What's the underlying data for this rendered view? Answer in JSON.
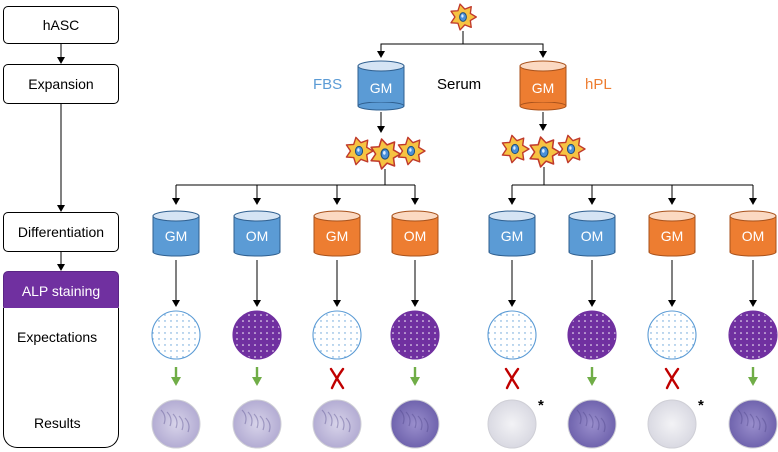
{
  "workflow": {
    "steps": [
      "hASC",
      "Expansion",
      "Differentiation",
      "ALP staining",
      "Expectations",
      "Results"
    ]
  },
  "serum": {
    "label": "Serum",
    "fbs_label": "FBS",
    "hpl_label": "hPL",
    "medium_label": "GM"
  },
  "media": {
    "fbs": [
      "GM",
      "OM",
      "GM",
      "OM"
    ],
    "hpl": [
      "GM",
      "OM",
      "GM",
      "OM"
    ]
  },
  "expectations": {
    "fbs": [
      "negative",
      "positive",
      "negative",
      "positive"
    ],
    "hpl": [
      "negative",
      "positive",
      "negative",
      "positive"
    ]
  },
  "results": {
    "fbs": [
      "match",
      "match",
      "mismatch",
      "match"
    ],
    "hpl": [
      "mismatch",
      "match",
      "mismatch",
      "match"
    ],
    "asterisk": "*"
  },
  "colors": {
    "fbs_blue": "#5b9bd5",
    "hpl_orange": "#ed7d31",
    "alp_purple": "#7030a0",
    "check_green": "#70ad47",
    "cross_red": "#c00000"
  }
}
